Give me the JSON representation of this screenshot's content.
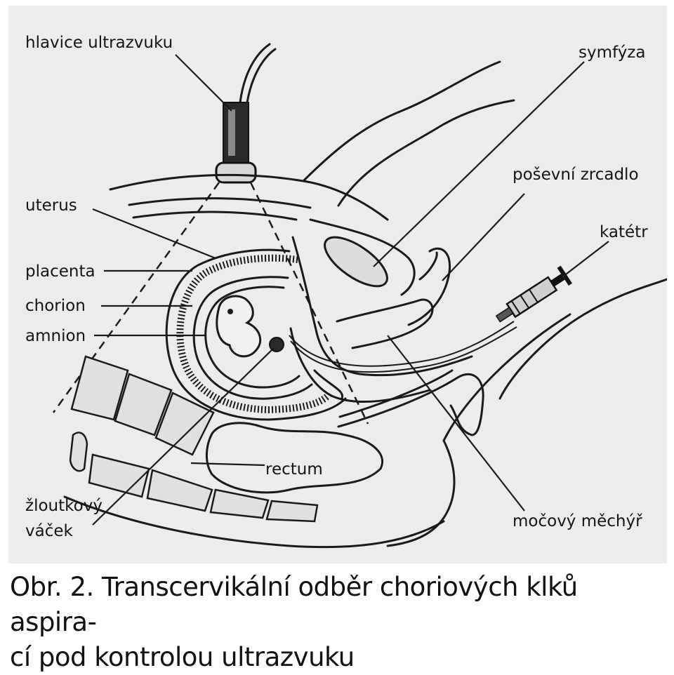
{
  "labels": {
    "probe": "hlavice ultrazvuku",
    "symphysis": "symfýza",
    "speculum": "poševní zrcadlo",
    "catheter": "katétr",
    "uterus": "uterus",
    "placenta": "placenta",
    "chorion": "chorion",
    "amnion": "amnion",
    "rectum": "rectum",
    "yolk_sac_line1": "žloutkový",
    "yolk_sac_line2": "váček",
    "bladder": "močový měchýř"
  },
  "caption": {
    "line1": "Obr.  2. Transcervikální odběr choriových klků aspira-",
    "line2": "cí pod kontrolou ultrazvuku"
  }
}
